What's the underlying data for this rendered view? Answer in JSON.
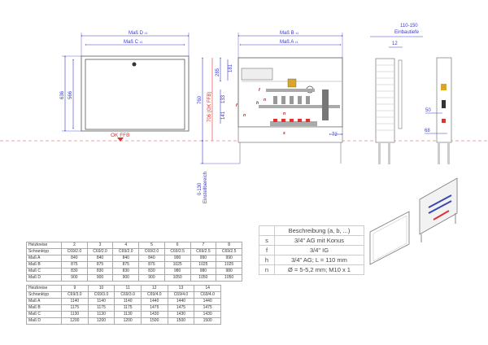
{
  "front_view": {
    "dim_d": "Maß D",
    "dim_d_tol": "±1",
    "dim_c": "Maß C",
    "dim_c_tol": "±1",
    "height_outer": "636",
    "height_inner": "566",
    "floor_label": "OK FFB"
  },
  "open_view": {
    "dim_b": "Maß B",
    "dim_b_tol": "±1",
    "dim_a": "Maß A",
    "dim_a_tol": "±1",
    "h_760": "760",
    "h_706": "706 (OK FFB)",
    "h_285": "285",
    "h_181": "181",
    "h_133": "133",
    "h_141": "141",
    "w_72": "72",
    "adjust_range": "0-130",
    "adjust_label": "Einstellbereich",
    "labels": [
      "f",
      "n",
      "f",
      "h",
      "n",
      "n",
      "s"
    ]
  },
  "side_view": {
    "depth": "110-150",
    "depth_label": "Einbautiefe",
    "w_12": "12",
    "d_50": "50",
    "d_68": "68"
  },
  "colors": {
    "dim": "#3a3ad0",
    "floor": "#e03030",
    "line": "#555555"
  },
  "description": {
    "header": "Beschreibung (a, b, ...)",
    "rows": [
      {
        "key": "s",
        "text": "3/4\" AG mit Konus"
      },
      {
        "key": "f",
        "text": "3/4\" IG"
      },
      {
        "key": "h",
        "text": "3/4\" AG; L = 110 mm"
      },
      {
        "key": "n",
        "text": "Ø = 5-5,2 mm; M10 x 1"
      }
    ]
  },
  "tables": [
    {
      "rows": [
        [
          "Heizkreise",
          "2",
          "3",
          "4",
          "5",
          "6",
          "7",
          "8"
        ],
        [
          "Schranktyp",
          "C69/2.0",
          "C69/2.0",
          "C69/2.0",
          "C69/2.0",
          "C69/2.5",
          "C69/2.5",
          "C69/2.5"
        ],
        [
          "Maß A",
          "840",
          "840",
          "840",
          "840",
          "990",
          "990",
          "990"
        ],
        [
          "Maß B",
          "875",
          "875",
          "875",
          "875",
          "1025",
          "1025",
          "1025"
        ],
        [
          "Maß C",
          "830",
          "830",
          "830",
          "830",
          "980",
          "980",
          "980"
        ],
        [
          "Maß D",
          "900",
          "900",
          "900",
          "900",
          "1050",
          "1050",
          "1050"
        ]
      ]
    },
    {
      "rows": [
        [
          "Heizkreise",
          "9",
          "10",
          "11",
          "12",
          "13",
          "14"
        ],
        [
          "Schranktyp",
          "C69/3.0",
          "C69/3.0",
          "C69/3.0",
          "C69/4.0",
          "C69/4.0",
          "C69/4.0"
        ],
        [
          "Maß A",
          "1140",
          "1140",
          "1140",
          "1440",
          "1440",
          "1440"
        ],
        [
          "Maß B",
          "1175",
          "1175",
          "1175",
          "1475",
          "1475",
          "1475"
        ],
        [
          "Maß C",
          "1130",
          "1130",
          "1130",
          "1430",
          "1430",
          "1430"
        ],
        [
          "Maß D",
          "1200",
          "1200",
          "1200",
          "1500",
          "1500",
          "1500"
        ]
      ]
    }
  ]
}
